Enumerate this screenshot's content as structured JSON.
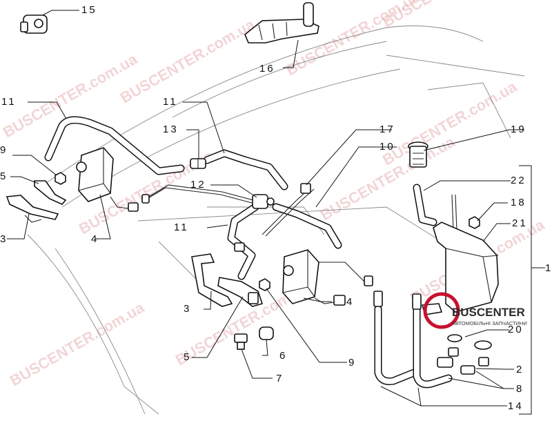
{
  "watermark": {
    "text": "BUSCENTER.com.ua"
  },
  "logo": {
    "main": "BUSCENTER",
    "sub": "АВТОМОБІЛЬНІ ЗАПЧАСТИНИ",
    "accent": "#c8102e"
  },
  "callouts": {
    "c15": "15",
    "c16": "16",
    "c11a": "11",
    "c11b": "11",
    "c11c": "11",
    "c13": "13",
    "c12": "12",
    "c17": "17",
    "c10": "10",
    "c19": "19",
    "c22": "22",
    "c18": "18",
    "c21": "21",
    "c1": "1",
    "c9a": "9",
    "c9b": "9",
    "c5a": "5",
    "c5b": "5",
    "c3a": "3",
    "c3b": "3",
    "c4a": "4",
    "c4b": "4",
    "c20": "20",
    "c2": "2",
    "c8": "8",
    "c14": "14",
    "c6": "6",
    "c7": "7"
  }
}
